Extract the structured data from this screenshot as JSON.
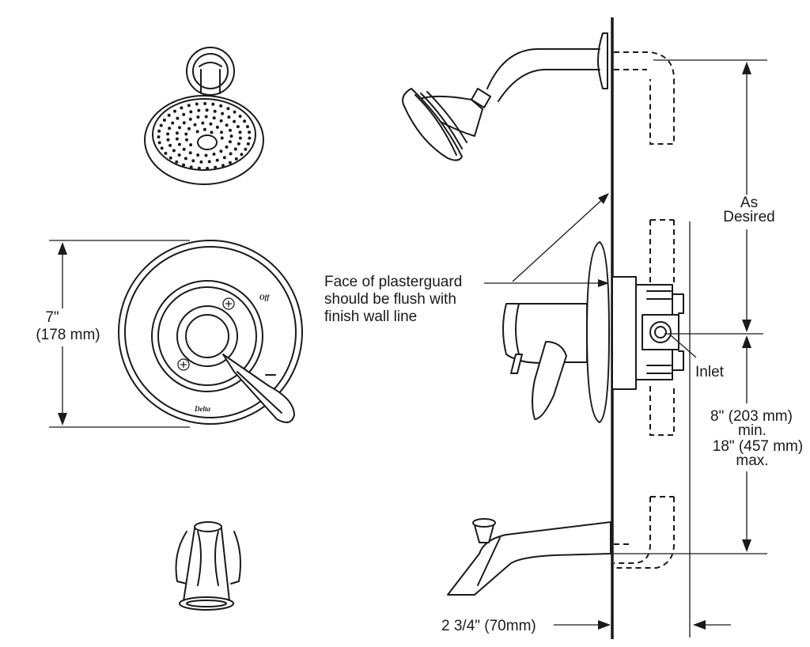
{
  "labels": {
    "plasterguard_line1": "Face of plasterguard",
    "plasterguard_line2": "should be flush with",
    "plasterguard_line3": "finish wall line",
    "as_desired_line1": "As",
    "as_desired_line2": "Desired",
    "inlet": "Inlet",
    "height_line1": "8\" (203 mm)",
    "height_line2": "min.",
    "height_line3": "18\" (457 mm)",
    "height_line4": "max.",
    "diameter_line1": "7\"",
    "diameter_line2": "(178 mm)",
    "spout_depth": "2 3/4\" (70mm)"
  },
  "trim_markings": {
    "off_text": "Off",
    "brand_text": "Delta"
  },
  "colors": {
    "line": "#1a1a1a",
    "background": "#ffffff"
  }
}
